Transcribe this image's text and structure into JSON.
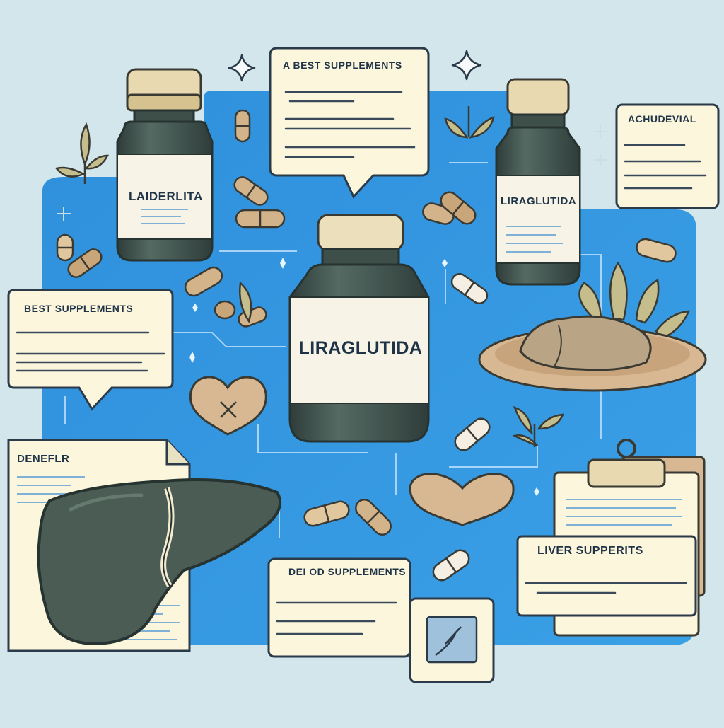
{
  "callouts": {
    "top_center": {
      "title": "A BEST SUPPLEMENTS"
    },
    "top_right": {
      "title": "ACHUDEVIAL"
    },
    "left": {
      "title": "BEST SUPPLEMENTS"
    },
    "document": {
      "title": "DENEFLR"
    },
    "bottom_center": {
      "title": "DEI OD SUPPLEMENTS"
    },
    "bottom_right": {
      "title": "LIVER SUPPERITS"
    }
  },
  "bottles": {
    "left_label": "LAIDERLITA",
    "center_label": "LIRAGLUTIDA",
    "right_label": "LIRAGLUTIDA"
  },
  "colors": {
    "background": "#d3e6ec",
    "board": "#2f8fdb",
    "paper": "#fbf6dc",
    "bottle_glass": "#3e4f4a",
    "cap": "#e9d9b0",
    "capsule": "#d3b38a",
    "liver": "#4b5c55",
    "leaf": "#c5bd8b"
  }
}
